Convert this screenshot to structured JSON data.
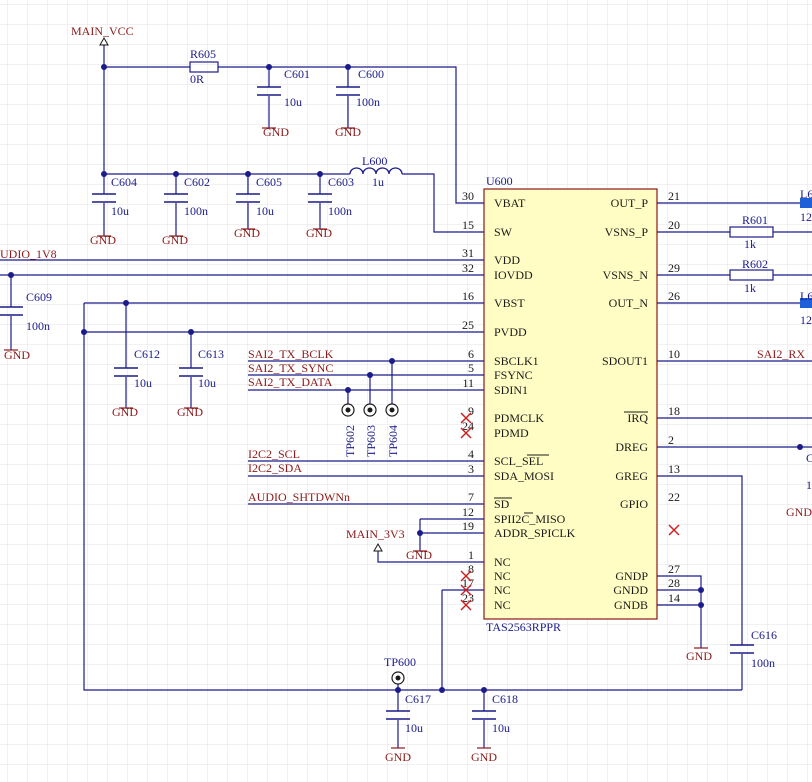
{
  "colors": {
    "wire": "#1b1b8a",
    "net_label": "#8b1a1a",
    "component_text": "#1b1b8a",
    "pin_number": "#1a1a1a",
    "pin_name": "#1a1a1a",
    "chip_fill": "#fffdc4",
    "chip_border": "#8b1a1a",
    "grid": "#e3e3e3",
    "junction": "#1b1b8a",
    "port_fill": "#1f5fd8",
    "no_connect": "#cc1e1e"
  },
  "chip": {
    "designator": "U600",
    "part": "TAS2563RPPR",
    "left_pins": [
      {
        "num": "30",
        "name": "VBAT"
      },
      {
        "num": "15",
        "name": "SW"
      },
      {
        "num": "31",
        "name": "VDD"
      },
      {
        "num": "32",
        "name": "IOVDD"
      },
      {
        "num": "16",
        "name": "VBST"
      },
      {
        "num": "25",
        "name": "PVDD"
      },
      {
        "num": "6",
        "name": "SBCLK1"
      },
      {
        "num": "5",
        "name": "FSYNC"
      },
      {
        "num": "11",
        "name": "SDIN1"
      },
      {
        "num": "9",
        "name": "PDMCLK"
      },
      {
        "num": "24",
        "name": "PDMD"
      },
      {
        "num": "4",
        "name": "SCL_SEL"
      },
      {
        "num": "3",
        "name": "SDA_MOSI"
      },
      {
        "num": "7",
        "name": "SD"
      },
      {
        "num": "12",
        "name": "SPII2C_MISO"
      },
      {
        "num": "19",
        "name": "ADDR_SPICLK"
      },
      {
        "num": "1",
        "name": "NC"
      },
      {
        "num": "8",
        "name": "NC"
      },
      {
        "num": "17",
        "name": "NC"
      },
      {
        "num": "23",
        "name": "NC"
      }
    ],
    "right_pins": [
      {
        "num": "21",
        "name": "OUT_P"
      },
      {
        "num": "20",
        "name": "VSNS_P"
      },
      {
        "num": "29",
        "name": "VSNS_N"
      },
      {
        "num": "26",
        "name": "OUT_N"
      },
      {
        "num": "10",
        "name": "SDOUT1"
      },
      {
        "num": "18",
        "name": "IRQ"
      },
      {
        "num": "2",
        "name": "DREG"
      },
      {
        "num": "13",
        "name": "GREG"
      },
      {
        "num": "22",
        "name": "GPIO"
      },
      {
        "num": "27",
        "name": "GNDP"
      },
      {
        "num": "28",
        "name": "GNDD"
      },
      {
        "num": "14",
        "name": "GNDB"
      }
    ]
  },
  "nets": {
    "main_vcc": "MAIN_VCC",
    "main_3v3": "MAIN_3V3",
    "audio_1v8": "UDIO_1V8",
    "sai2_tx_bclk": "SAI2_TX_BCLK",
    "sai2_tx_sync": "SAI2_TX_SYNC",
    "sai2_tx_data": "SAI2_TX_DATA",
    "i2c2_scl": "I2C2_SCL",
    "i2c2_sda": "I2C2_SDA",
    "audio_shtdwn": "AUDIO_SHTDWNn",
    "sai2_rx": "SAI2_RX"
  },
  "components": {
    "r605": {
      "ref": "R605",
      "value": "0R"
    },
    "r601": {
      "ref": "R601",
      "value": "1k"
    },
    "r602": {
      "ref": "R602",
      "value": "1k"
    },
    "l600": {
      "ref": "L600",
      "value": "1u"
    },
    "c600": {
      "ref": "C600",
      "value": "100n"
    },
    "c601": {
      "ref": "C601",
      "value": "10u"
    },
    "c602": {
      "ref": "C602",
      "value": "100n"
    },
    "c603": {
      "ref": "C603",
      "value": "100n"
    },
    "c604": {
      "ref": "C604",
      "value": "10u"
    },
    "c605": {
      "ref": "C605",
      "value": "10u"
    },
    "c609": {
      "ref": "C609",
      "value": "100n"
    },
    "c612": {
      "ref": "C612",
      "value": "10u"
    },
    "c613": {
      "ref": "C613",
      "value": "10u"
    },
    "c616": {
      "ref": "C616",
      "value": "100n"
    },
    "c617": {
      "ref": "C617",
      "value": "10u"
    },
    "c618": {
      "ref": "C618",
      "value": "10u"
    },
    "tp600": {
      "ref": "TP600"
    },
    "tp602": {
      "ref": "TP602"
    },
    "tp603": {
      "ref": "TP603"
    },
    "tp604": {
      "ref": "TP604"
    }
  },
  "gnd_label": "GND",
  "partial": {
    "l_ref": "L6",
    "l_val": "12",
    "c_ref": "C",
    "c_val": "1",
    "gnd_cut": "GND"
  }
}
